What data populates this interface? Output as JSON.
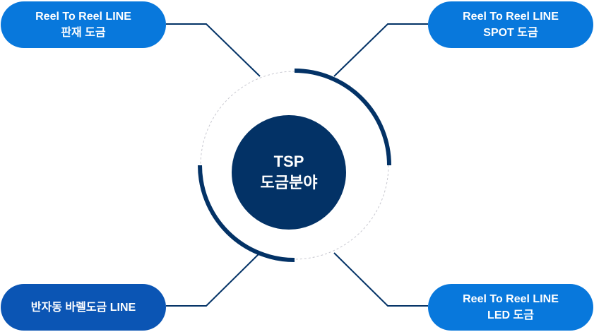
{
  "center": {
    "line1": "TSP",
    "line2": "도금분야"
  },
  "nodes": {
    "top_left": {
      "line1": "Reel To Reel LINE",
      "line2": "판재 도금"
    },
    "top_right": {
      "line1": "Reel To Reel LINE",
      "line2": "SPOT 도금"
    },
    "bottom_left": {
      "line1": "반자동 바렐도금 LINE"
    },
    "bottom_right": {
      "line1": "Reel To Reel LINE",
      "line2": "LED 도금"
    }
  },
  "colors": {
    "navy": "#033266",
    "pill_light": "#0878dc",
    "pill_dark": "#0b55b4",
    "dashed_ring": "#c8c8d0"
  }
}
